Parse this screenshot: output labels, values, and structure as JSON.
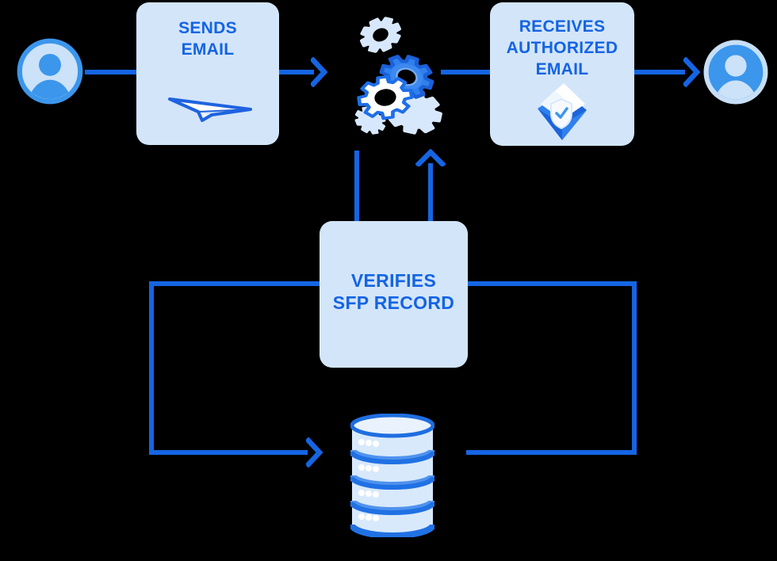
{
  "colors": {
    "background": "#000000",
    "accent_line": "#1565E3",
    "label_text": "#1464E4",
    "box_fill": "#D3E5F9",
    "gear_blue": "#2F80ED",
    "gear_outline": "#1E6EE8",
    "light_blue": "#D8E8FC",
    "avatar_blue": "#3B96EC",
    "avatar_light": "#CBE2F8",
    "database_fill": "#D8E9FC",
    "database_band": "#2071E4",
    "white": "#FFFFFF"
  },
  "actors": {
    "sender": {
      "icon": "user-icon"
    },
    "receiver": {
      "icon": "user-icon"
    }
  },
  "boxes": {
    "sends": {
      "line1": "SENDS",
      "line2": "EMAIL",
      "icon": "paper-plane-icon"
    },
    "receives": {
      "line1": "RECEIVES",
      "line2": "AUTHORIZED",
      "line3": "EMAIL",
      "icon": "secure-envelope-icon"
    },
    "verifies": {
      "line1": "VERIFIES",
      "line2": "SFP RECORD"
    }
  },
  "icons": {
    "processor": "gears-icon",
    "dns_store": "database-icon"
  }
}
